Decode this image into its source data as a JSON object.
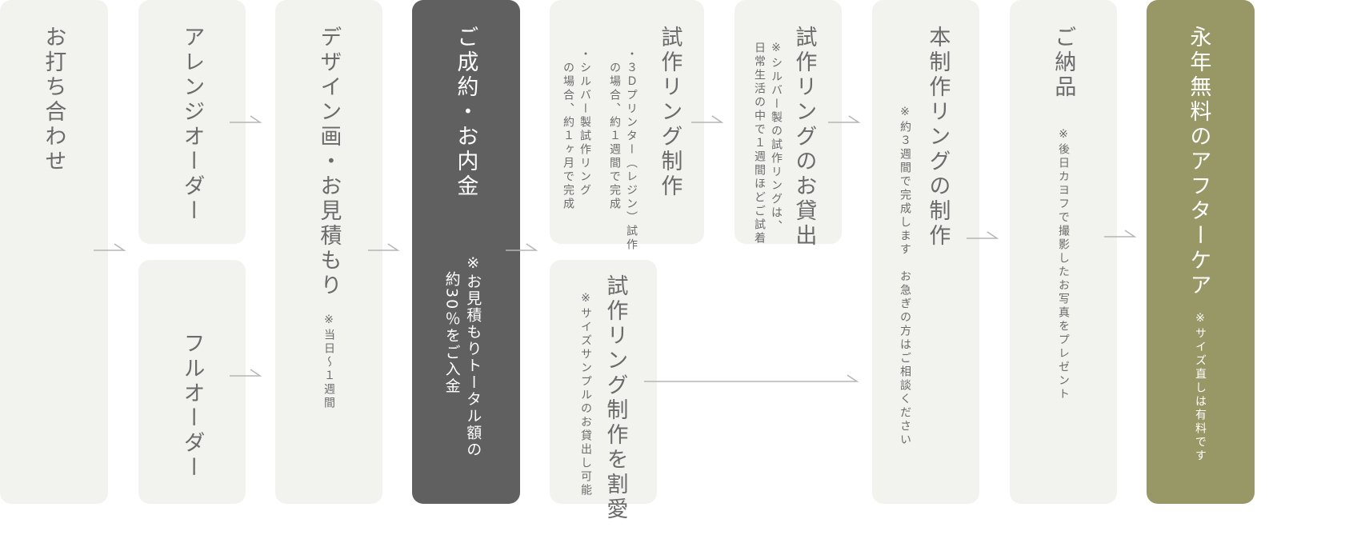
{
  "colors": {
    "box": "#f2f2ef",
    "dark": "#5f605f",
    "olive": "#989766",
    "text": "#6b6b6b",
    "arrow": "#b5b5b5"
  },
  "steps": {
    "meeting": {
      "title": "お打ち合わせ"
    },
    "arrange": {
      "title": "アレンジオーダー"
    },
    "full": {
      "title": "フルオーダー"
    },
    "design": {
      "title": "デザイン画・お見積もり",
      "note": "※当日〜１週間"
    },
    "contract": {
      "title": "ご成約・お内金",
      "note": "※お見積もりトータル額の\n　約30％をご入金"
    },
    "trial": {
      "title": "試作リング制作",
      "note1": "・３Ｄプリンター（レジン）試作\n　の場合、約１週間で完成",
      "note2": "・シルバー製試作リング\n　の場合、約１ヶ月で完成"
    },
    "skip": {
      "title": "試作リング制作を割愛",
      "note": "※サイズサンプルのお貸出し可能"
    },
    "lend": {
      "title": "試作リングのお貸出",
      "note": "※シルバー製の試作リングは、\n日常生活の中で１週間ほどご試着"
    },
    "production": {
      "title": "本制作リングの制作",
      "note": "※約３週間で完成します　お急ぎの方はご相談ください"
    },
    "delivery": {
      "title": "ご納品",
      "note": "※後日カヨフで撮影したお写真をプレゼント"
    },
    "aftercare": {
      "title": "永年無料のアフターケア",
      "note": "※サイズ直しは有料です"
    }
  }
}
